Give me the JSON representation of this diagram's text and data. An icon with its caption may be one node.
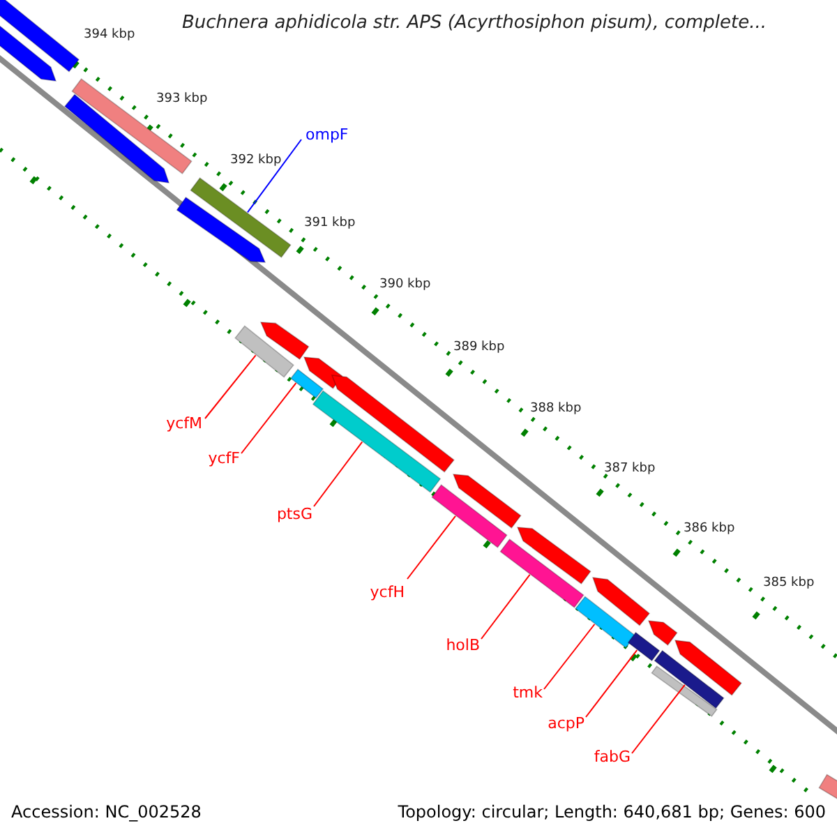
{
  "diagram": {
    "title": "Buchnera aphidicola str. APS (Acyrthosiphon pisum), complete...",
    "nodes": [
      {
        "text": [
          "ompF"
        ]
      },
      {
        "text": [],
        "shape": "bar"
      },
      {
        "text": [
          "ycfM"
        ]
      },
      {
        "text": [],
        "shape": "bar"
      },
      {
        "text": [
          "ycfF"
        ]
      },
      {
        "text": [],
        "shape": "bar"
      },
      {
        "text": [
          "ptsG"
        ]
      },
      {
        "text": [],
        "shape": "bar"
      },
      {
        "text": [
          "ycfH"
        ]
      },
      {
        "text": [],
        "shape": "bar"
      },
      {
        "text": [
          "holB"
        ]
      },
      {
        "text": [],
        "shape": "bar"
      },
      {
        "text": [
          "tmk"
        ]
      },
      {
        "text": [],
        "shape": "bar"
      },
      {
        "text": [
          "acpP"
        ]
      },
      {
        "text": [],
        "shape": "bar"
      },
      {
        "text": [
          "fabG"
        ]
      },
      {
        "text": [],
        "shape": "bar"
      },
      {
        "text": [],
        "shape": "bar"
      },
      {
        "text": [],
        "shape": "bar"
      },
      {
        "text": [],
        "shape": "bar"
      },
      {
        "text": [],
        "shape": "bar"
      },
      {
        "text": [],
        "shape": "bar"
      },
      {
        "text": [],
        "shape": "bar"
      },
      {
        "text": [],
        "shape": "bar"
      },
      {
        "text": [],
        "shape": "bar"
      },
      {
        "text": [],
        "shape": "bar"
      },
      {
        "text": [],
        "shape": "bar"
      },
      {
        "text": [],
        "shape": "bar"
      },
      {
        "text": [],
        "shape": "bar"
      },
      {
        "text": [],
        "shape": "bar"
      },
      {
        "text": [],
        "shape": "bar"
      },
      {
        "text": [],
        "shape": "bar"
      }
    ],
    "edges": [
      {
        "from": 0,
        "to": 1,
        "arrow": "none",
        "color": "#0000ff"
      },
      {
        "from": 2,
        "to": 3,
        "arrow": "none"
      },
      {
        "from": 4,
        "to": 5,
        "arrow": "none"
      },
      {
        "from": 6,
        "to": 7,
        "arrow": "none"
      },
      {
        "from": 8,
        "to": 9,
        "arrow": "none"
      },
      {
        "from": 10,
        "to": 11,
        "arrow": "none"
      },
      {
        "from": 12,
        "to": 13,
        "arrow": "none"
      },
      {
        "from": 14,
        "to": 15,
        "arrow": "none"
      },
      {
        "from": 16,
        "to": 17,
        "arrow": "none"
      }
    ],
    "labels": [
      "394 kbp",
      "393 kbp",
      "392 kbp",
      "391 kbp",
      "390 kbp",
      "389 kbp",
      "388 kbp",
      "387 kbp",
      "386 kbp",
      "385 kbp",
      "Accession: NC_002528",
      "Topology: circular; Length: 640,681 bp; Genes: 600"
    ]
  }
}
